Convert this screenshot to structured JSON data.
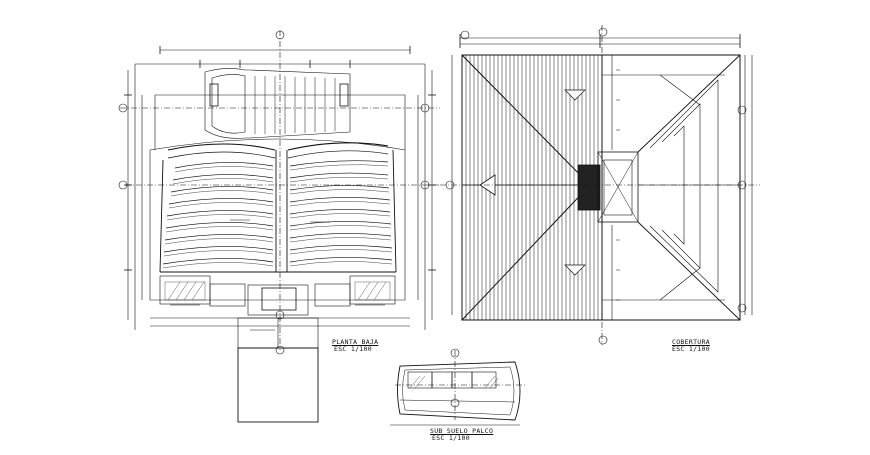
{
  "captions": {
    "planta_baja_title": "PLANTA BAJA",
    "planta_baja_scale": "ESC   1/100",
    "cobertura_title": "COBERTURA",
    "cobertura_scale": "ESC   1/100",
    "sub_suelo_title": "SUB SUELO PALCO",
    "sub_suelo_scale": "ESC   1/100"
  },
  "colors": {
    "line": "#111111",
    "background": "#ffffff"
  }
}
